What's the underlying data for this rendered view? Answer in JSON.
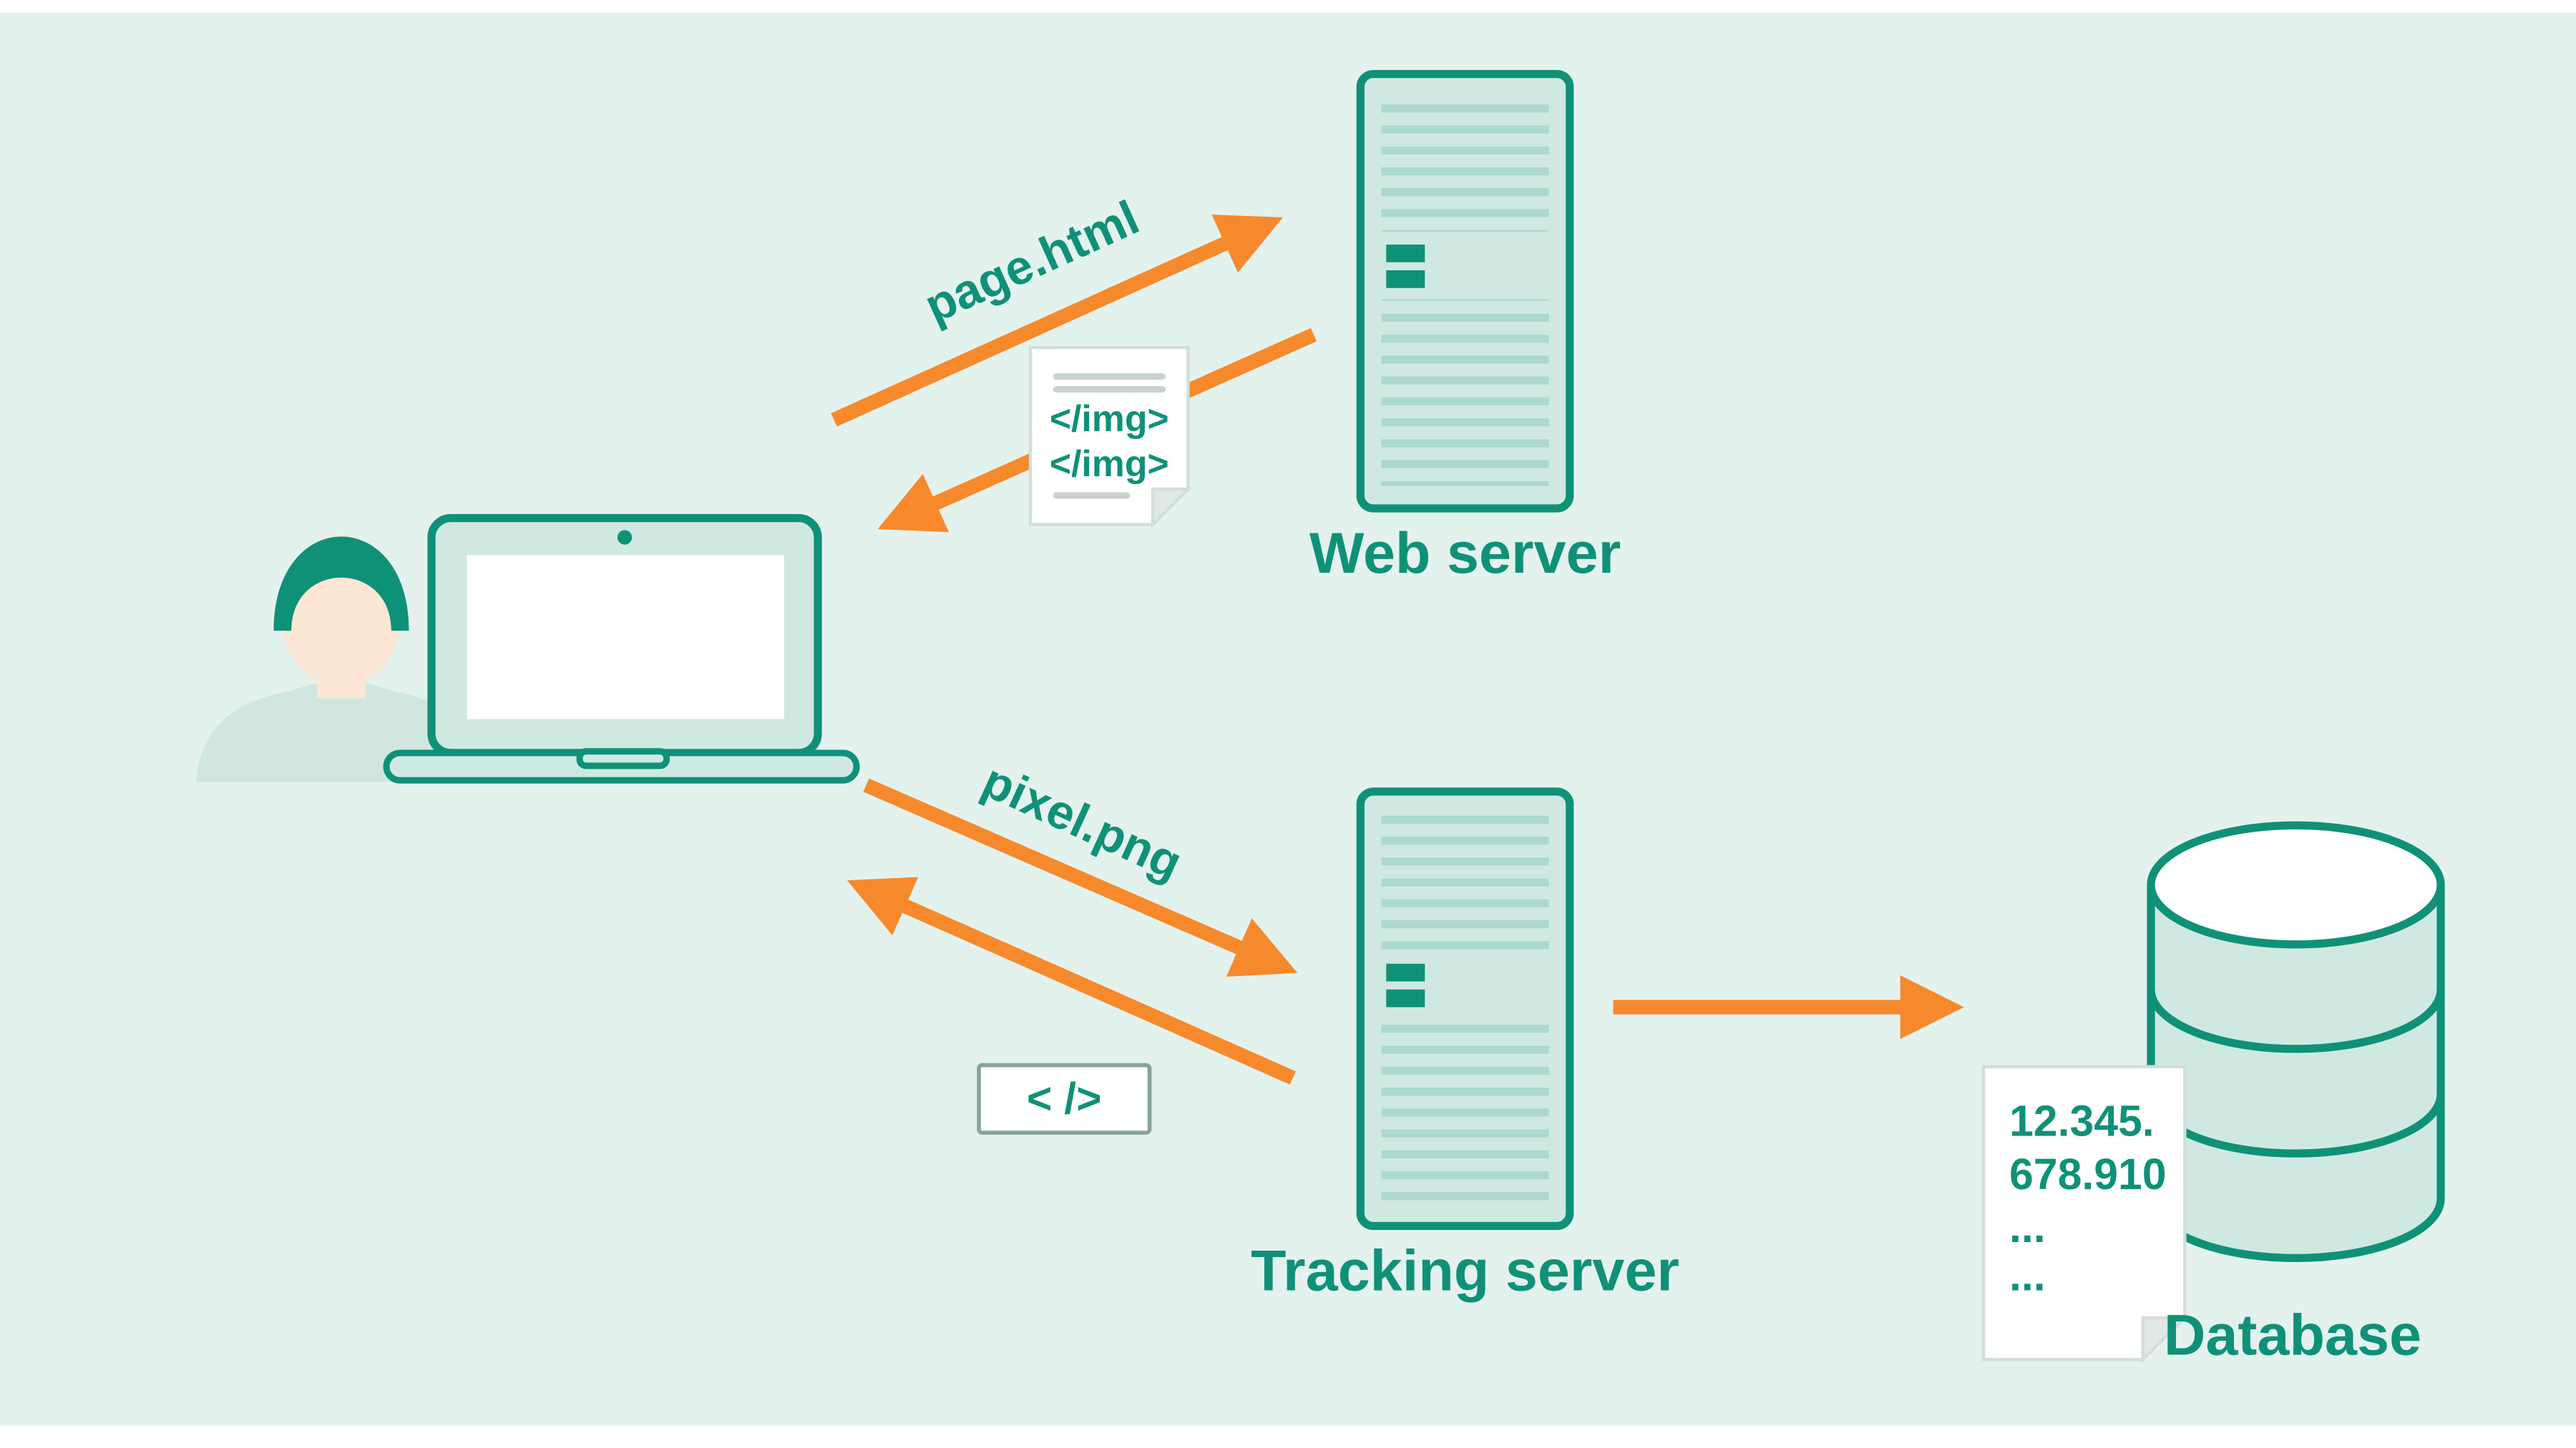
{
  "colors": {
    "background": "#e4f2ee",
    "teal": "#0f9178",
    "mint": "#cfe9e2",
    "stripe": "#abd9cd",
    "orange": "#f6892c",
    "skin": "#fbe7d4",
    "torso": "#d2e6e0"
  },
  "nodes": {
    "web_server": {
      "label": "Web server"
    },
    "tracking_server": {
      "label": "Tracking server"
    },
    "database": {
      "label": "Database"
    }
  },
  "arrow_labels": {
    "page": "page.html",
    "pixel": "pixel.png"
  },
  "documents": {
    "html_response": {
      "lines": [
        "</img>",
        "</img>"
      ]
    },
    "pixel_code": {
      "lines": [
        "< />"
      ]
    },
    "db_record": {
      "lines": [
        "12.345.",
        "678.910",
        "...",
        "..."
      ]
    }
  }
}
